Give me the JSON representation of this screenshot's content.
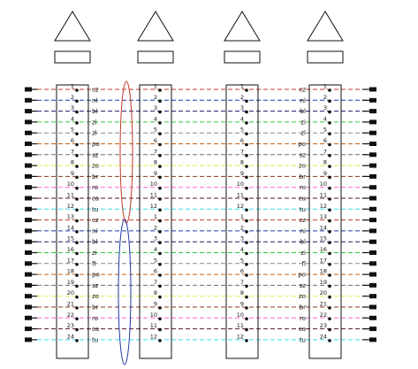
{
  "colors": {
    "stroke": "#111111",
    "wire_colors": [
      "#c0392b",
      "#1e3aa8",
      "#1a1a6e",
      "#38c838",
      "#8a8a8a",
      "#c86414",
      "#6e6e6e",
      "#e8e84a",
      "#8b3a1a",
      "#ff66cc",
      "#5a1a1a",
      "#33ddee",
      "#c0392b",
      "#1e3aa8",
      "#1a1a6e",
      "#38c838",
      "#8a8a8a",
      "#c86414",
      "#6e6e6e",
      "#e8e84a",
      "#8b3a1a",
      "#ff66cc",
      "#5a1a1a",
      "#33ddee"
    ],
    "loop_top": "#c0392b",
    "loop_bottom": "#1e3aa8"
  },
  "icons": {
    "top": "triangle-icon",
    "terminal": "terminal-plug-icon",
    "contact": "contact-dot-icon"
  },
  "columns": [
    {
      "id": "a",
      "numbers": [
        "1",
        "2",
        "3",
        "4",
        "5",
        "6",
        "7",
        "8",
        "9",
        "10",
        "11",
        "12",
        "13",
        "14",
        "15",
        "16",
        "17",
        "18",
        "19",
        "20",
        "21",
        "22",
        "23",
        "24"
      ],
      "codes": [
        "cz",
        "nl",
        "bl",
        "zi",
        "zl",
        "po",
        "sz",
        "zo",
        "br",
        "ro",
        "ca",
        "tu",
        "cz",
        "ni",
        "bl",
        "zi",
        "fl",
        "po",
        "sz",
        "zo",
        "br",
        "ro",
        "ca",
        "tu"
      ]
    },
    {
      "id": "b",
      "numbers": [
        "1",
        "2",
        "3",
        "4",
        "5",
        "6",
        "7",
        "8",
        "9",
        "10",
        "11",
        "12",
        "1",
        "2",
        "3",
        "4",
        "5",
        "6",
        "7",
        "8",
        "9",
        "10",
        "11",
        "12"
      ],
      "codes": []
    },
    {
      "id": "c",
      "numbers": [
        "1",
        "2",
        "3",
        "4",
        "5",
        "6",
        "7",
        "8",
        "9",
        "10",
        "11",
        "12",
        "1",
        "2",
        "3",
        "4",
        "5",
        "6",
        "7",
        "8",
        "9",
        "10",
        "11",
        "12"
      ],
      "codes": []
    },
    {
      "id": "d",
      "numbers": [
        "1",
        "2",
        "3",
        "4",
        "5",
        "6",
        "7",
        "8",
        "9",
        "10",
        "11",
        "12",
        "13",
        "14",
        "15",
        "16",
        "17",
        "18",
        "19",
        "20",
        "21",
        "22",
        "23",
        "24"
      ],
      "codes": [
        "cz",
        "nl",
        "bl",
        "zi",
        "zl",
        "po",
        "sz",
        "zo",
        "br",
        "ro",
        "ca",
        "tu",
        "cz",
        "ni",
        "bl",
        "zi",
        "fl",
        "po",
        "sz",
        "zo",
        "br",
        "ro",
        "ca",
        "tu"
      ]
    }
  ]
}
